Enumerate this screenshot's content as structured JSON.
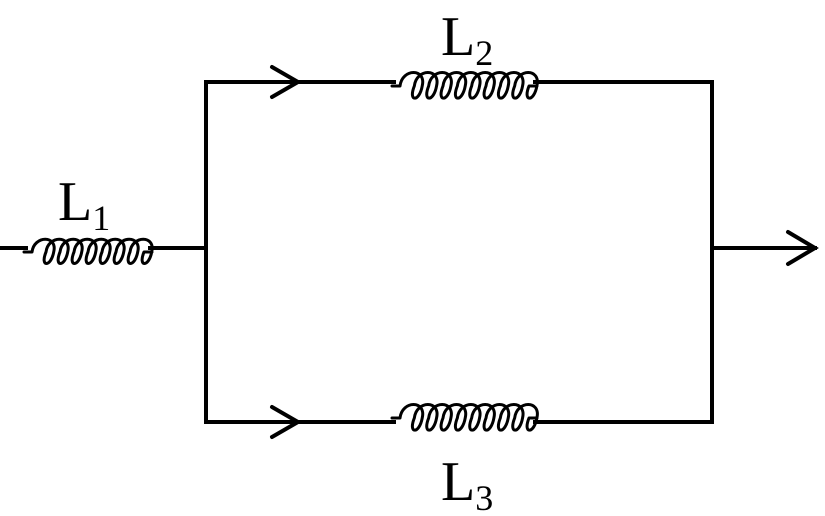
{
  "inductors": [
    {
      "letter": "L",
      "index": "1"
    },
    {
      "letter": "L",
      "index": "2"
    },
    {
      "letter": "L",
      "index": "3"
    }
  ],
  "colors": {
    "line": "#000000",
    "background": "#ffffff"
  }
}
